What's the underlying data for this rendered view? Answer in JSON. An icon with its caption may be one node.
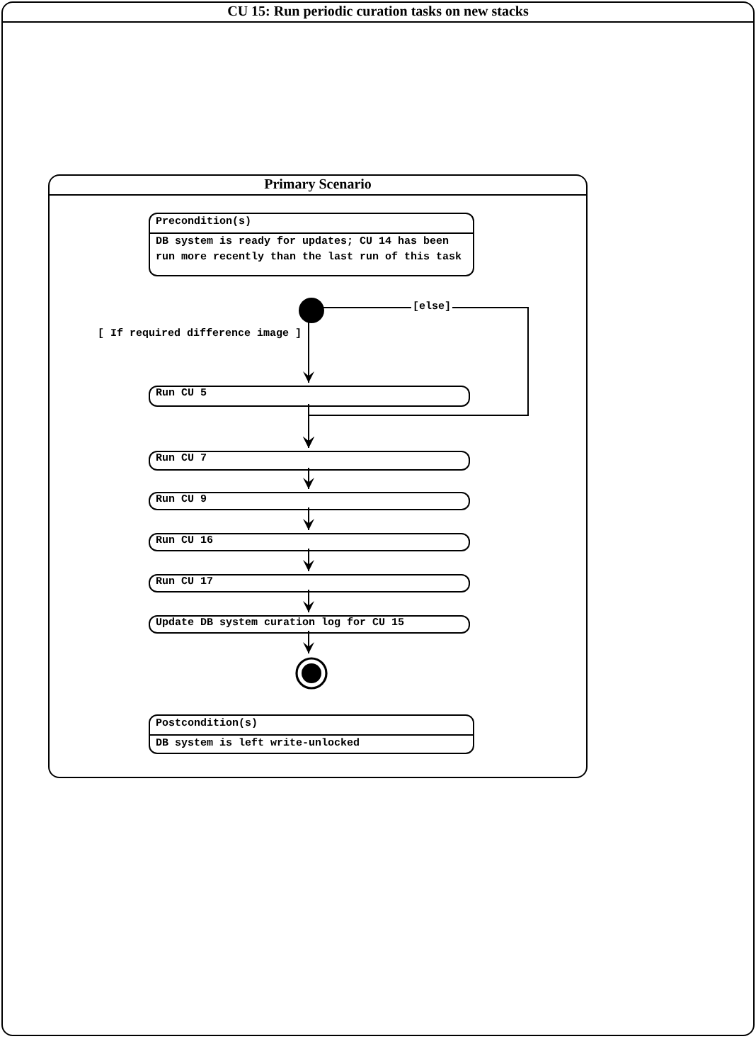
{
  "diagram": {
    "nodes": [
      {
        "text": [
          "CU 15: Run periodic curation tasks on new stacks"
        ]
      },
      {
        "text": [
          "Primary Scenario"
        ],
        "in": 0
      },
      {
        "text": [
          "Precondition(s)",
          "DB system is ready for updates; CU 14 has been run more recently than the last run of this task"
        ],
        "in": 1
      },
      {
        "text": [],
        "shape": "circle",
        "in": 1
      },
      {
        "text": [
          "Run CU 5"
        ],
        "in": 1
      },
      {
        "text": [
          "Run CU 7"
        ],
        "in": 1
      },
      {
        "text": [
          "Run CU 9"
        ],
        "in": 1
      },
      {
        "text": [
          "Run CU 16"
        ],
        "in": 1
      },
      {
        "text": [
          "Run CU 17"
        ],
        "in": 1
      },
      {
        "text": [
          "Update DB system curation log for CU 15"
        ],
        "in": 1
      },
      {
        "text": [],
        "shape": "circle",
        "in": 1
      },
      {
        "text": [
          "Postcondition(s)",
          "DB system is left write-unlocked"
        ],
        "in": 1
      }
    ],
    "edges": [
      {
        "from": 3,
        "to": 4,
        "arrow": "to",
        "label": "[ If required difference image ]"
      },
      {
        "from": 3,
        "to": 5,
        "arrow": "to",
        "label": "[else]"
      },
      {
        "from": 4,
        "to": 5,
        "arrow": "to"
      },
      {
        "from": 5,
        "to": 6,
        "arrow": "to"
      },
      {
        "from": 6,
        "to": 7,
        "arrow": "to"
      },
      {
        "from": 7,
        "to": 8,
        "arrow": "to"
      },
      {
        "from": 8,
        "to": 9,
        "arrow": "to"
      },
      {
        "from": 9,
        "to": 10,
        "arrow": "to"
      }
    ]
  }
}
